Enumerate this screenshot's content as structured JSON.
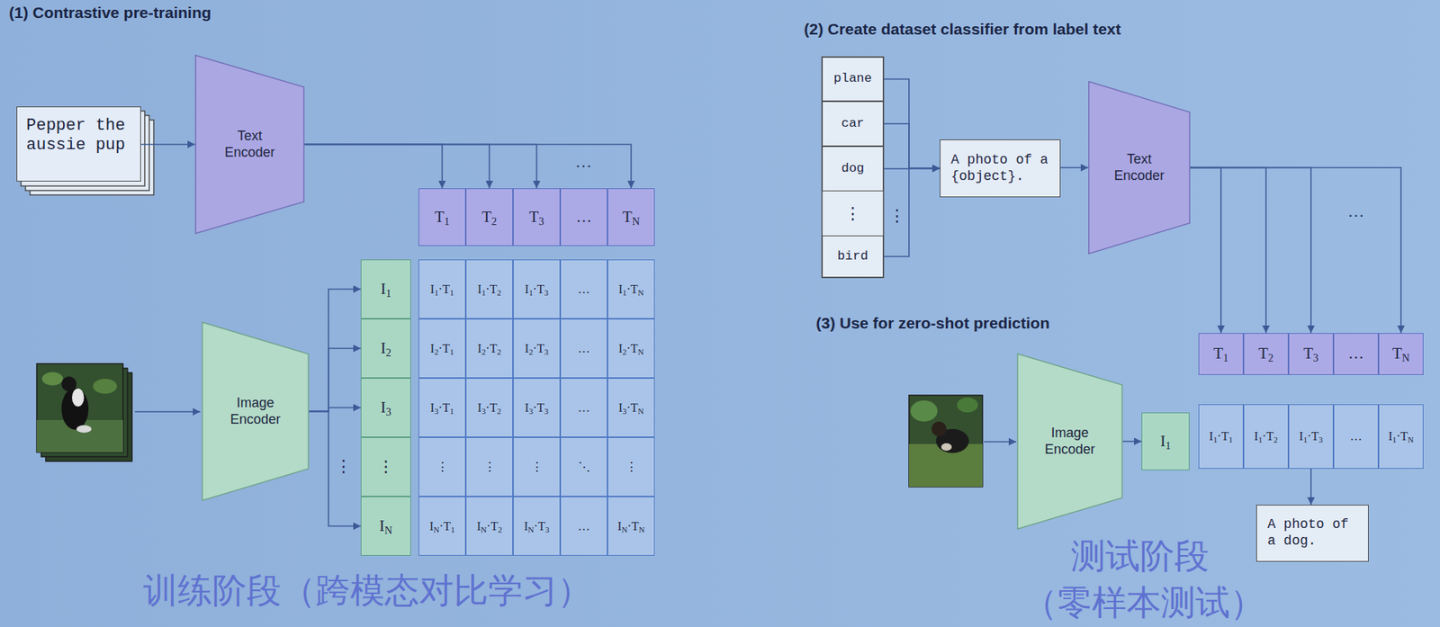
{
  "diagram": {
    "nodes": [
      {
        "text": [
          "Pepper the aussie pup"
        ]
      },
      {
        "text": [
          "Text Encoder"
        ]
      },
      {
        "text": [
          "T1"
        ]
      },
      {
        "text": [
          "T2"
        ]
      },
      {
        "text": [
          "T3"
        ]
      },
      {
        "text": [
          "…"
        ]
      },
      {
        "text": [
          "TN"
        ]
      },
      {
        "text": [
          "Image Encoder"
        ]
      },
      {
        "text": [
          "I1"
        ]
      },
      {
        "text": [
          "I2"
        ]
      },
      {
        "text": [
          "I3"
        ]
      },
      {
        "text": [
          "⋮"
        ]
      },
      {
        "text": [
          "IN"
        ]
      },
      {
        "text": [
          "I1·T1"
        ]
      },
      {
        "text": [
          "I1·T2"
        ]
      },
      {
        "text": [
          "I1·T3"
        ]
      },
      {
        "text": [
          "…"
        ]
      },
      {
        "text": [
          "I1·TN"
        ]
      },
      {
        "text": [
          "I2·T1"
        ]
      },
      {
        "text": [
          "I2·T2"
        ]
      },
      {
        "text": [
          "I2·T3"
        ]
      },
      {
        "text": [
          "…"
        ]
      },
      {
        "text": [
          "I2·TN"
        ]
      },
      {
        "text": [
          "I3·T1"
        ]
      },
      {
        "text": [
          "I3·T2"
        ]
      },
      {
        "text": [
          "I3·T3"
        ]
      },
      {
        "text": [
          "…"
        ]
      },
      {
        "text": [
          "I3·TN"
        ]
      },
      {
        "text": [
          "⋮"
        ]
      },
      {
        "text": [
          "⋮"
        ]
      },
      {
        "text": [
          "⋮"
        ]
      },
      {
        "text": [
          "⋱"
        ]
      },
      {
        "text": [
          "⋮"
        ]
      },
      {
        "text": [
          "IN·T1"
        ]
      },
      {
        "text": [
          "IN·T2"
        ]
      },
      {
        "text": [
          "IN·T3"
        ]
      },
      {
        "text": [
          "…"
        ]
      },
      {
        "text": [
          "IN·TN"
        ]
      },
      {
        "text": [
          "plane"
        ]
      },
      {
        "text": [
          "car"
        ]
      },
      {
        "text": [
          "dog"
        ]
      },
      {
        "text": [
          "bird"
        ]
      },
      {
        "text": [
          "A photo of a {object}."
        ]
      },
      {
        "text": [
          "Text Encoder"
        ]
      },
      {
        "text": [
          "T1"
        ]
      },
      {
        "text": [
          "T2"
        ]
      },
      {
        "text": [
          "T3"
        ]
      },
      {
        "text": [
          "…"
        ]
      },
      {
        "text": [
          "TN"
        ]
      },
      {
        "text": [
          "Image Encoder"
        ]
      },
      {
        "text": [
          "I1"
        ]
      },
      {
        "text": [
          "I1·T1"
        ]
      },
      {
        "text": [
          "I1·T2"
        ]
      },
      {
        "text": [
          "I1·T3"
        ]
      },
      {
        "text": [
          "…"
        ]
      },
      {
        "text": [
          "I1·TN"
        ]
      },
      {
        "text": [
          "A photo of a dog."
        ]
      }
    ],
    "edges": [
      {
        "from": 0,
        "to": 1,
        "arrow": "to"
      },
      {
        "from": 1,
        "to": 2,
        "arrow": "to"
      },
      {
        "from": 1,
        "to": 3,
        "arrow": "to"
      },
      {
        "from": 1,
        "to": 4,
        "arrow": "to"
      },
      {
        "from": 1,
        "to": 6,
        "arrow": "to"
      },
      {
        "from": 7,
        "to": 8,
        "arrow": "to"
      },
      {
        "from": 7,
        "to": 9,
        "arrow": "to"
      },
      {
        "from": 7,
        "to": 10,
        "arrow": "to"
      },
      {
        "from": 7,
        "to": 12,
        "arrow": "to"
      },
      {
        "from": 38,
        "to": 42,
        "arrow": "to"
      },
      {
        "from": 39,
        "to": 42,
        "arrow": "to"
      },
      {
        "from": 40,
        "to": 42,
        "arrow": "to"
      },
      {
        "from": 41,
        "to": 42,
        "arrow": "to"
      },
      {
        "from": 42,
        "to": 43,
        "arrow": "to"
      },
      {
        "from": 43,
        "to": 44,
        "arrow": "to"
      },
      {
        "from": 43,
        "to": 45,
        "arrow": "to"
      },
      {
        "from": 43,
        "to": 46,
        "arrow": "to"
      },
      {
        "from": 43,
        "to": 48,
        "arrow": "to"
      },
      {
        "from": 49,
        "to": 50,
        "arrow": "to"
      },
      {
        "from": 53,
        "to": 56,
        "arrow": "to"
      }
    ],
    "labels": [
      "(1) Contrastive pre-training",
      "…",
      "⋮",
      "训练阶段（跨模态对比学习）",
      "(2) Create dataset classifier from label text",
      "⋮",
      "⋮",
      "…",
      "(3) Use for zero-shot prediction",
      "测试阶段",
      "（零样本测试）"
    ]
  }
}
